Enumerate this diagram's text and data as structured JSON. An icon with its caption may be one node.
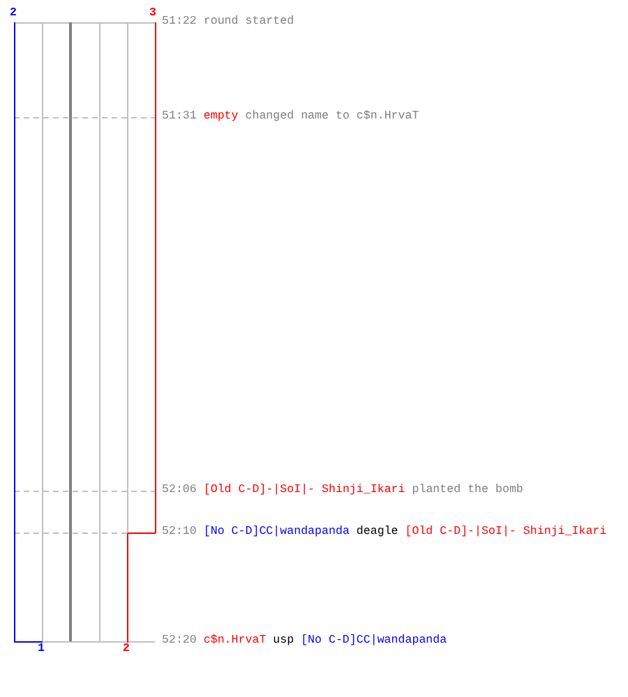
{
  "diagram": {
    "labels": [
      "2",
      "3",
      "51:22",
      "round started",
      "51:31",
      "empty",
      "changed name to c$n.HrvaT",
      "52:06",
      "[Old C-D]-|SoI|- Shinji_Ikari",
      "planted the bomb",
      "52:10",
      "[No C-D]CC|wandapanda",
      "deagle",
      "[Old C-D]-|SoI|- Shinji_Ikari",
      "52:20",
      "c$n.HrvaT",
      "usp",
      "[No C-D]CC|wandapanda",
      "1",
      "2"
    ]
  }
}
